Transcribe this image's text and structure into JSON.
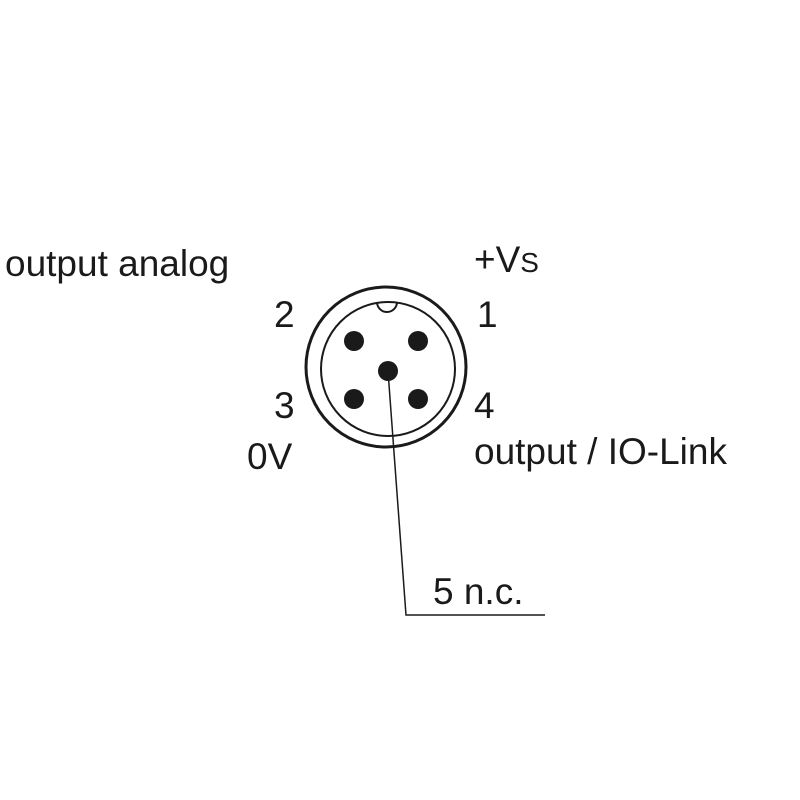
{
  "diagram": {
    "labels": {
      "pin1_function": "+V",
      "pin1_function_sub": "S",
      "pin1_number": "1",
      "pin2_function": "output analog",
      "pin2_number": "2",
      "pin3_number": "3",
      "pin3_function": "0V",
      "pin4_number": "4",
      "pin4_function": "output / IO-Link",
      "pin5_label": "5 n.c."
    },
    "colors": {
      "line": "#1a1a1a",
      "background": "#ffffff"
    }
  }
}
